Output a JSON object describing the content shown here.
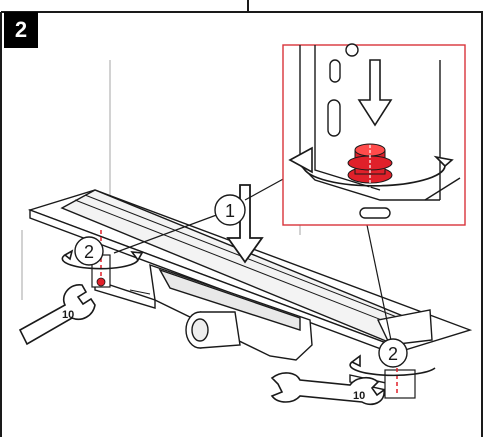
{
  "step": {
    "number": "2"
  },
  "callouts": {
    "one": "1",
    "two_left": "2",
    "two_right": "2"
  },
  "wrench": {
    "left_size": "10",
    "right_size": "10"
  },
  "colors": {
    "accent": "#e0202a",
    "line": "#1a1a1a",
    "detail_border": "#d9333a",
    "shade": "#e6e6e6"
  },
  "icons": [
    "wrench-icon",
    "down-arrow-icon",
    "rotate-arrow-icon",
    "bolt-icon"
  ]
}
